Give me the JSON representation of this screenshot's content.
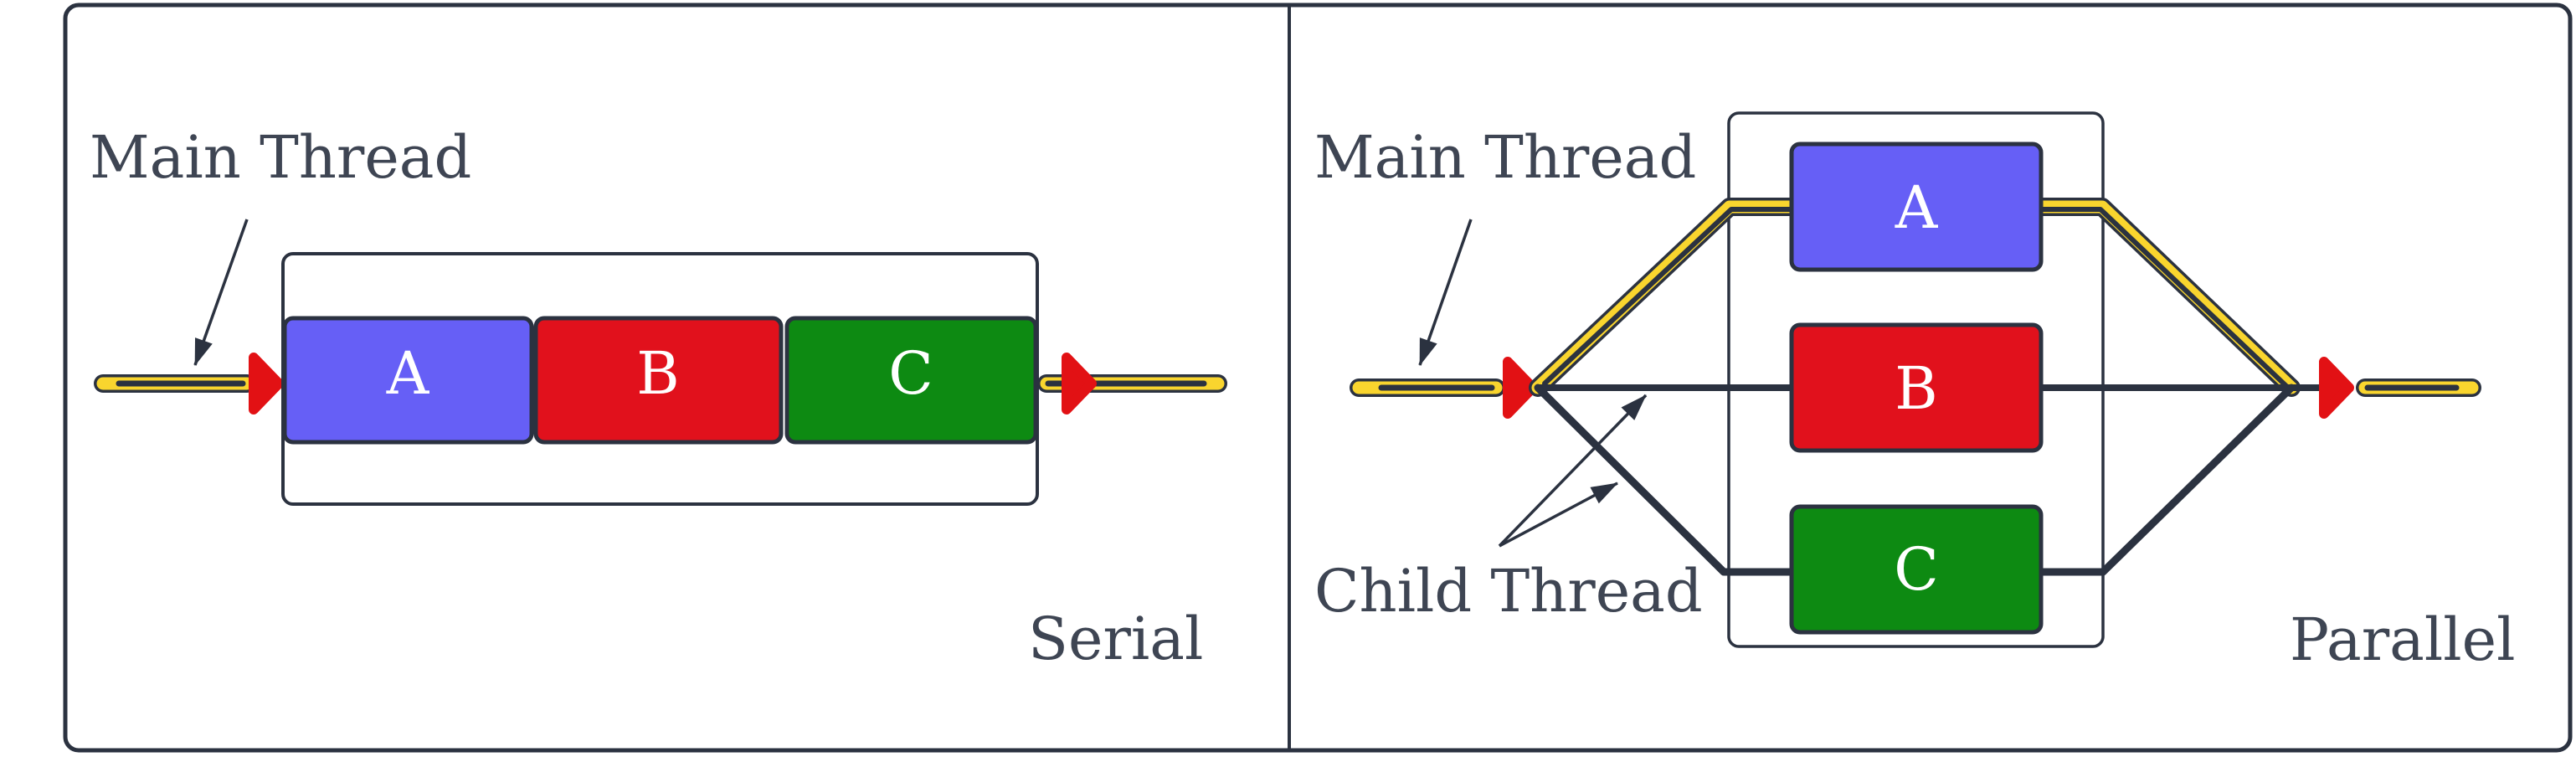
{
  "colors": {
    "ink": "#2b3240",
    "label_text": "#3e4553",
    "thread_yellow": "#f9d52e",
    "arrow_red": "#e21114",
    "panel_bg": "#ffffff"
  },
  "serial_panel": {
    "caption": "Serial",
    "main_thread_label": "Main Thread",
    "tasks": [
      {
        "label": "A",
        "color": "#665ff6"
      },
      {
        "label": "B",
        "color": "#e1111c"
      },
      {
        "label": "C",
        "color": "#0d8a12"
      }
    ]
  },
  "parallel_panel": {
    "caption": "Parallel",
    "main_thread_label": "Main Thread",
    "child_thread_label": "Child Thread",
    "tasks": [
      {
        "label": "A",
        "color": "#665ff6"
      },
      {
        "label": "B",
        "color": "#e1111c"
      },
      {
        "label": "C",
        "color": "#0d8a12"
      }
    ]
  }
}
